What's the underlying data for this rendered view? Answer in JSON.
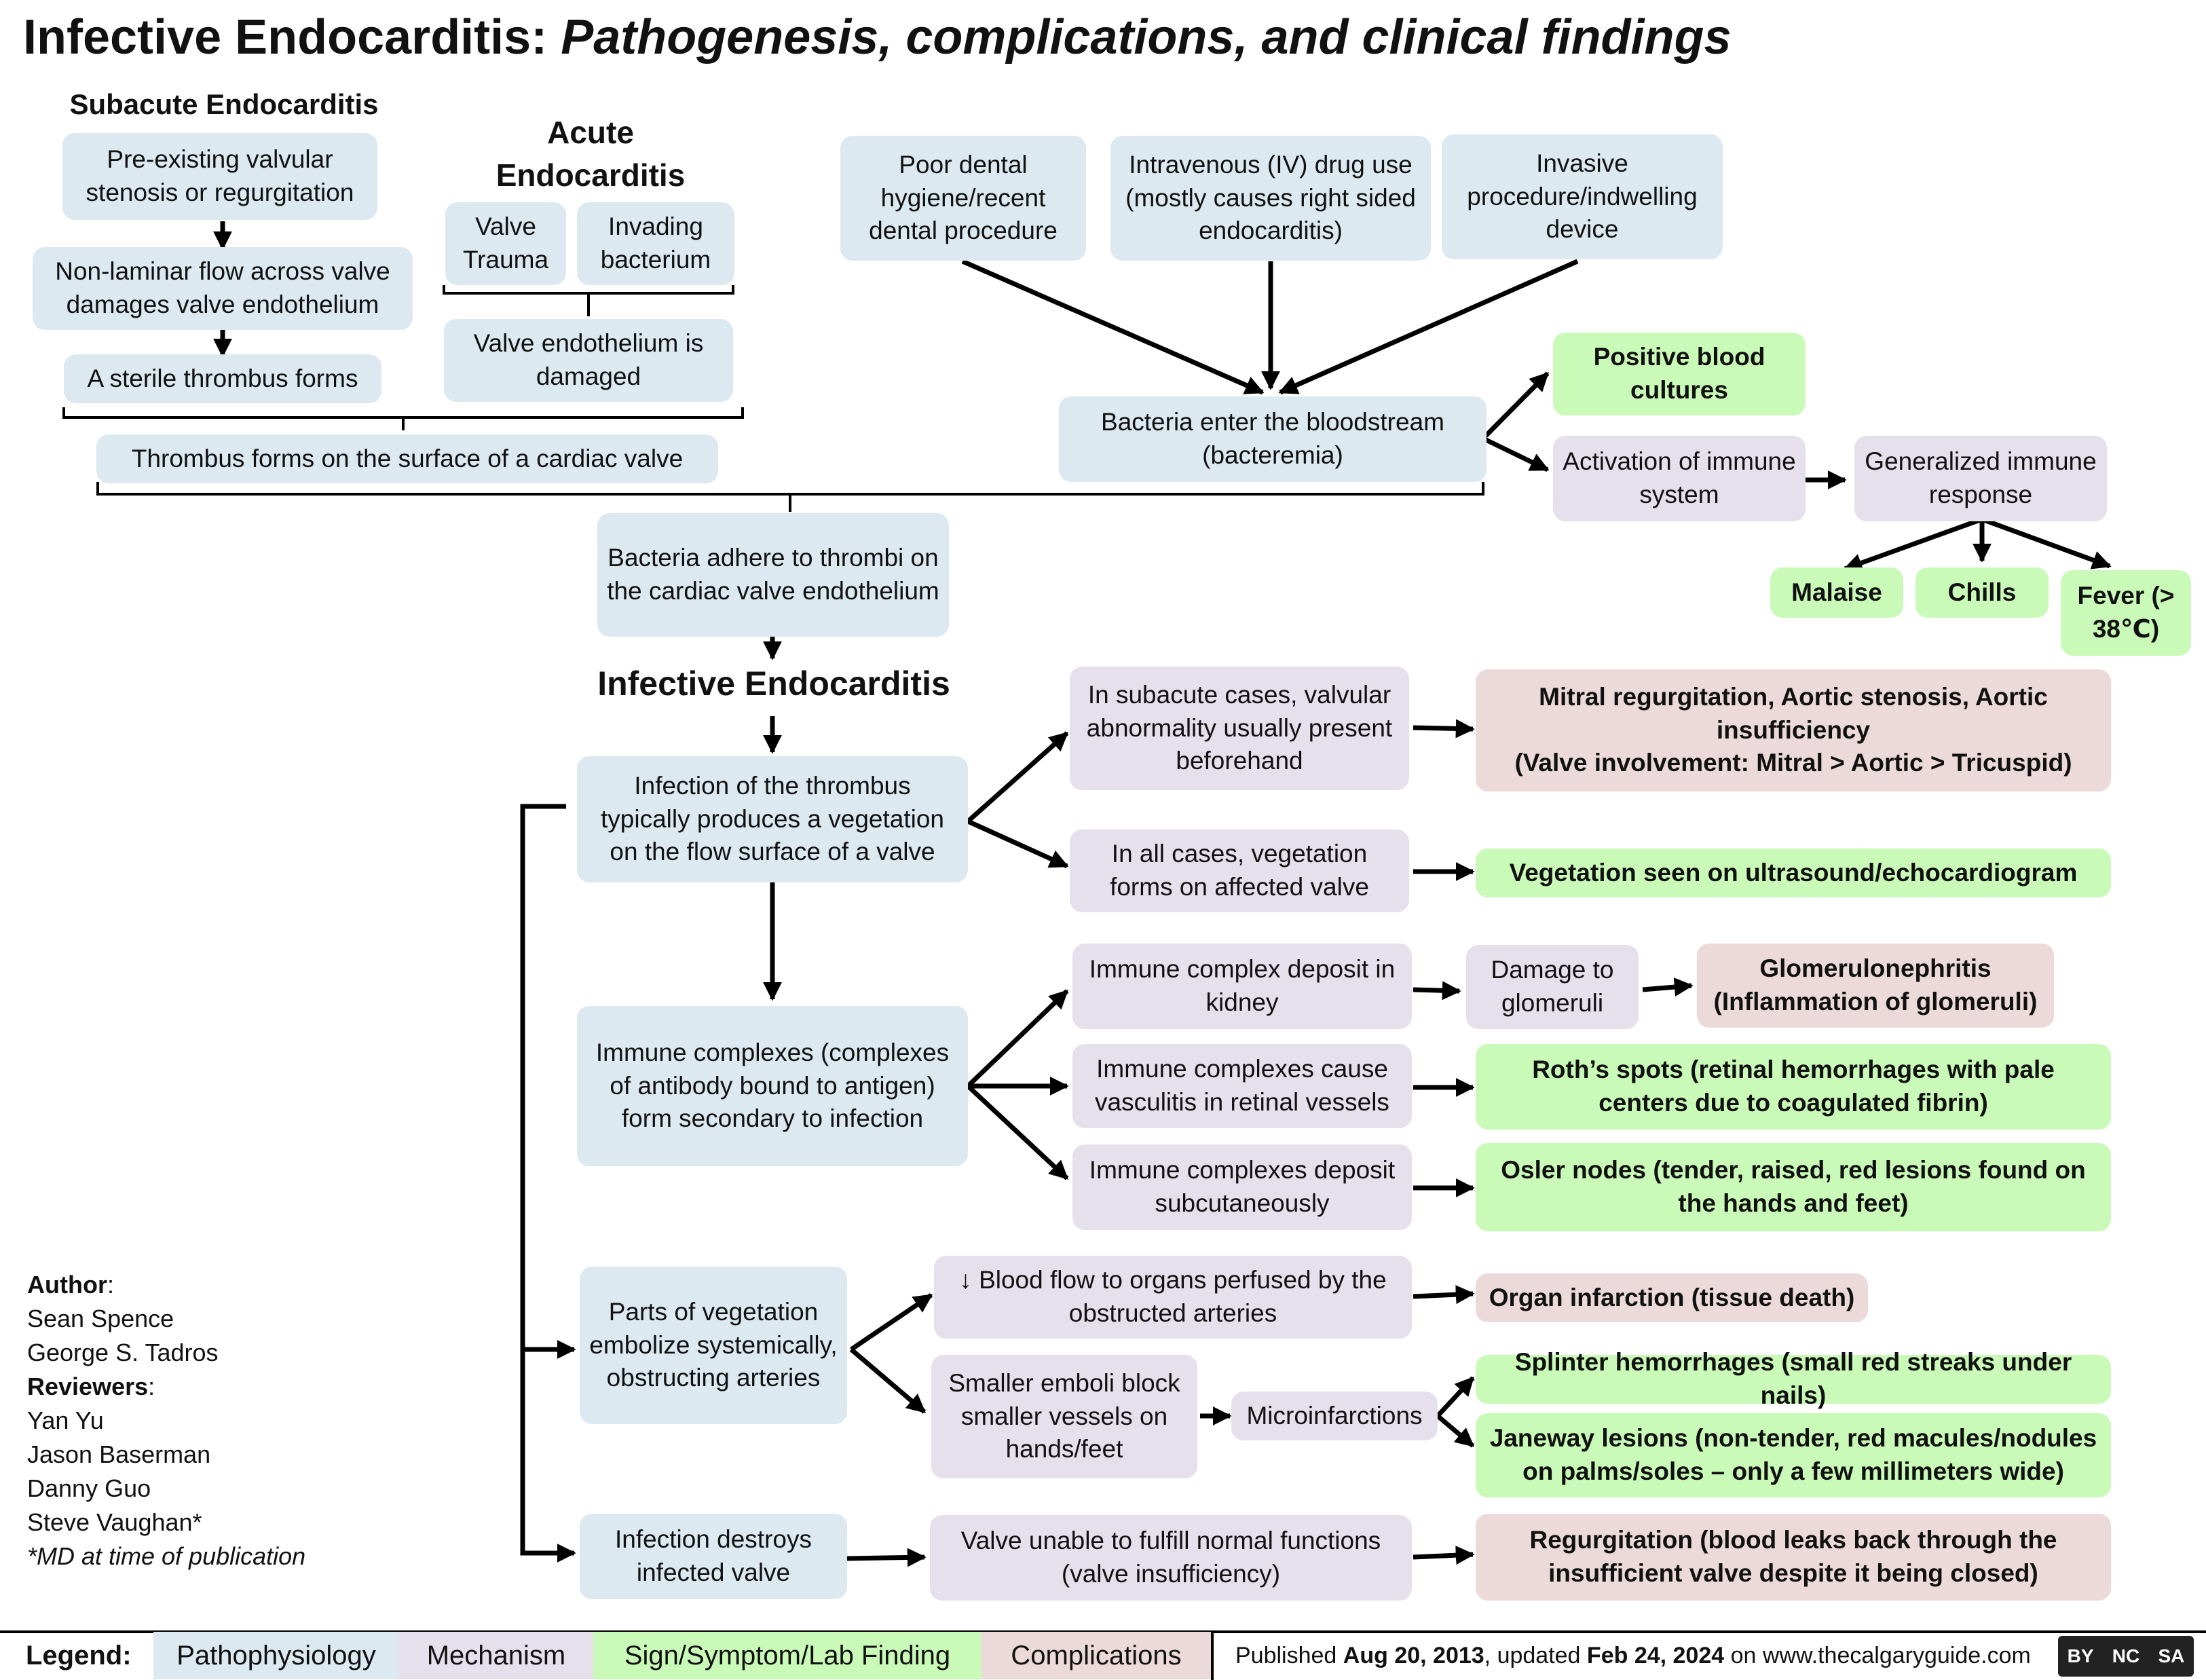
{
  "title": {
    "main": "Infective Endocarditis:",
    "sub": "Pathogenesis, complications, and clinical findings"
  },
  "subacute": {
    "heading": "Subacute Endocarditis",
    "step1": "Pre-existing valvular stenosis or regurgitation",
    "step2": "Non-laminar flow across valve damages valve endothelium",
    "step3": "A sterile thrombus forms"
  },
  "acute": {
    "heading": "Acute Endocarditis",
    "cause1": "Valve Trauma",
    "cause2": "Invading bacterium",
    "result": "Valve endothelium is damaged"
  },
  "thrombus": "Thrombus forms on the surface of a cardiac valve",
  "sources": {
    "dental": "Poor dental hygiene/recent dental procedure",
    "ivdu": "Intravenous (IV) drug use (mostly causes right sided endocarditis)",
    "invasive": "Invasive procedure/indwelling device"
  },
  "bacteremia": "Bacteria enter the bloodstream (bacteremia)",
  "positive_cultures": "Positive blood cultures",
  "immune_activation": "Activation of immune system",
  "generalized_response": "Generalized immune response",
  "symptoms": {
    "malaise": "Malaise",
    "chills": "Chills",
    "fever": "Fever (> 38℃)"
  },
  "adhere": "Bacteria adhere to thrombi on the cardiac valve endothelium",
  "ie_heading": "Infective Endocarditis",
  "vegetation": "Infection of the thrombus typically produces a vegetation on the flow surface of a valve",
  "subacute_abnormality": "In subacute cases, valvular abnormality usually present beforehand",
  "valve_involvement": {
    "line1": "Mitral regurgitation, Aortic stenosis, Aortic insufficiency",
    "line2": "(Valve involvement: Mitral > Aortic > Tricuspid)"
  },
  "all_cases_vegetation": "In all cases, vegetation forms on affected valve",
  "vegetation_seen": "Vegetation seen on ultrasound/echocardiogram",
  "immune_complexes": "Immune complexes (complexes of antibody bound to antigen) form secondary to infection",
  "kidney_deposit": "Immune complex deposit in kidney",
  "glomeruli_damage": "Damage to glomeruli",
  "glomerulonephritis": "Glomerulonephritis (Inflammation of glomeruli)",
  "retinal_vasculitis": "Immune complexes cause vasculitis in retinal vessels",
  "roths_spots": "Roth’s spots (retinal hemorrhages with pale centers due to coagulated fibrin)",
  "subcutaneous_deposit": "Immune complexes deposit subcutaneously",
  "osler_nodes": "Osler nodes (tender, raised, red lesions found on the hands and feet)",
  "embolize": "Parts of vegetation embolize systemically, obstructing arteries",
  "blood_flow": "↓ Blood flow to organs perfused by the obstructed arteries",
  "organ_infarction": "Organ infarction (tissue death)",
  "smaller_emboli": "Smaller emboli block smaller vessels on hands/feet",
  "microinfarctions": "Microinfarctions",
  "splinter": "Splinter hemorrhages (small red streaks under nails)",
  "janeway": "Janeway lesions (non-tender, red macules/nodules on palms/soles – only a few millimeters wide)",
  "destroys_valve": "Infection destroys infected valve",
  "insufficiency": "Valve unable to fulfill normal functions (valve insufficiency)",
  "regurgitation": "Regurgitation (blood leaks back through the insufficient valve despite it being closed)",
  "credits": {
    "author_label": "Author",
    "authors": [
      "Sean Spence",
      "George S. Tadros"
    ],
    "reviewer_label": "Reviewers",
    "reviewers": [
      "Yan Yu",
      "Jason Baserman",
      "Danny Guo",
      "Steve Vaughan*"
    ],
    "note": "*MD at time of publication"
  },
  "legend": {
    "title": "Legend:",
    "items": [
      "Pathophysiology",
      "Mechanism",
      "Sign/Symptom/Lab Finding",
      "Complications"
    ],
    "colors": {
      "pathophysiology": "#dce9f0",
      "mechanism": "#e5e0ec",
      "sign": "#c9fab8",
      "complication": "#ecdada"
    }
  },
  "published": {
    "prefix": "Published ",
    "date1": "Aug 20, 2013",
    "mid": ", updated ",
    "date2": "Feb 24, 2024",
    "suffix": " on www.thecalgaryguide.com"
  },
  "license_icon": "cc-by-nc-sa-icon",
  "license_text": {
    "by": "BY",
    "nc": "NC",
    "sa": "SA"
  }
}
